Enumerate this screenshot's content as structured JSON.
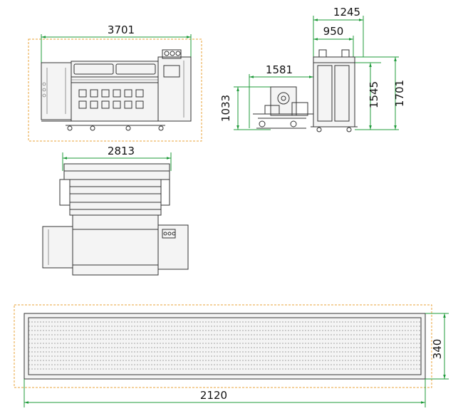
{
  "colors": {
    "dimension_line": "#1f9b3a",
    "outline_dashed": "#e8a33a",
    "machine_line": "#333333"
  },
  "views": {
    "front": {
      "width_label": "3701"
    },
    "side": {
      "overall_depth_label": "1245",
      "cabinet_depth_label": "950",
      "feeder_offset_label": "1581",
      "feeder_height_label": "1033",
      "cabinet_height_label": "1545",
      "overall_height_label": "1701"
    },
    "top": {
      "width_label": "2813"
    },
    "platen": {
      "length_label": "2120",
      "width_label": "340"
    }
  }
}
